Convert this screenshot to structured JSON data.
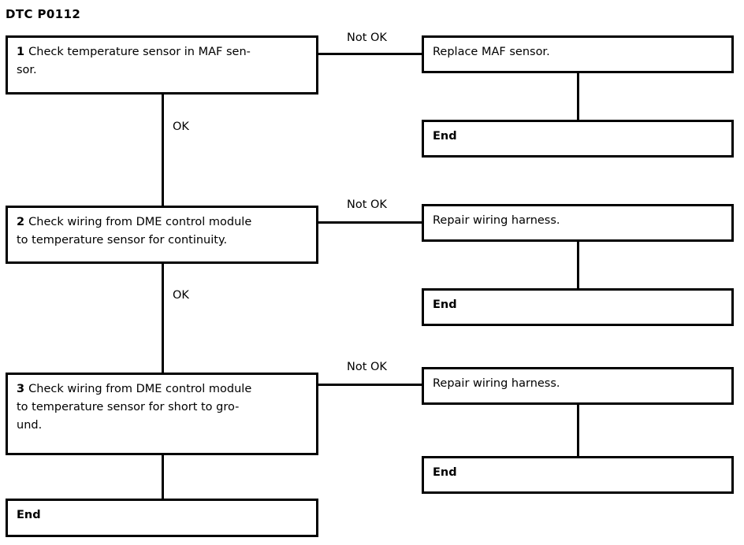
{
  "diagram": {
    "title": "DTC P0112",
    "colors": {
      "stroke": "#000000",
      "background": "#ffffff",
      "text": "#000000"
    },
    "steps": [
      {
        "number": "1",
        "text": "Check temperature sensor in MAF sen-sor.",
        "text_line1": "Check temperature sensor in MAF sen-",
        "text_line2": "sor.",
        "ok_label": "OK",
        "not_ok_label": "Not OK",
        "action": "Replace MAF sensor.",
        "end": "End"
      },
      {
        "number": "2",
        "text": "Check wiring from DME control module to temperature sensor for continuity.",
        "text_line1": "Check wiring from DME control module",
        "text_line2": "to temperature sensor for continuity.",
        "ok_label": "OK",
        "not_ok_label": "Not OK",
        "action": "Repair wiring harness.",
        "end": "End"
      },
      {
        "number": "3",
        "text": "Check wiring from DME control module to temperature sensor for short to gro-und.",
        "text_line1": "Check wiring from DME control module",
        "text_line2": "to temperature sensor for short to gro-",
        "text_line3": "und.",
        "ok_label": "",
        "not_ok_label": "Not OK",
        "action": "Repair wiring harness.",
        "end": "End"
      }
    ],
    "final_end": "End"
  }
}
